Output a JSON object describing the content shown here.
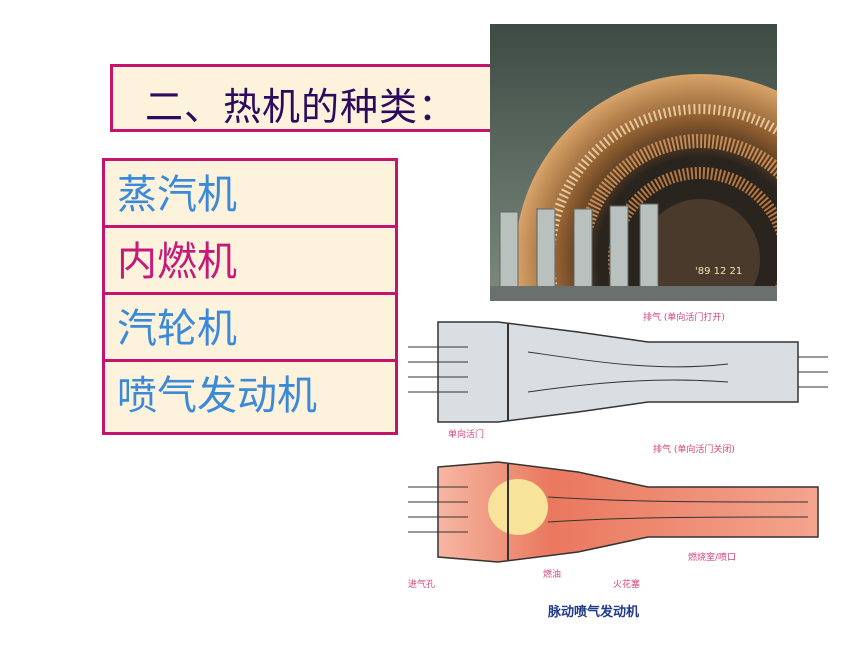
{
  "title": "二、热机的种类：",
  "engines": [
    {
      "label": "蒸汽机",
      "color": "#3b8ad9"
    },
    {
      "label": "内燃机",
      "color": "#c7197a"
    },
    {
      "label": "汽轮机",
      "color": "#3b8ad9"
    },
    {
      "label": "喷气发动机",
      "color": "#3b8ad9"
    }
  ],
  "turbine_photo": {
    "stamp": "'89 12 21"
  },
  "jet_diagram": {
    "caption": "脉动喷气发动机",
    "labels": {
      "exhaust_top": "排气\n(单向活门打开)",
      "valve_top": "单向活门",
      "exhaust_mid": "排气\n(单向活门关闭)",
      "air_inlet": "进气孔",
      "fuel": "燃油",
      "spark": "火花塞",
      "combustion": "燃烧室/喷口"
    }
  }
}
